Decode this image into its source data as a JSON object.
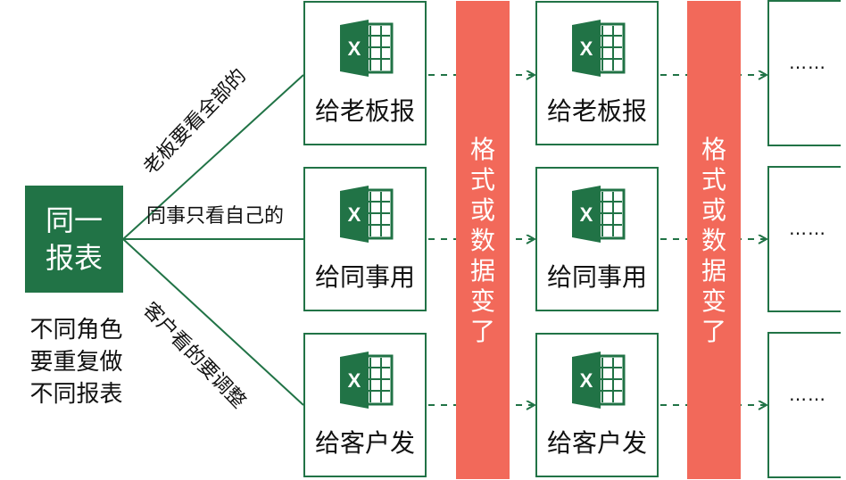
{
  "source": {
    "line1": "同一",
    "line2": "报表"
  },
  "note": [
    "不同角色",
    "要重复做",
    "不同报表"
  ],
  "edges": {
    "top": "老板要看全部的",
    "middle": "同事只看自己的",
    "bottom": "客户看的要调整"
  },
  "stages": [
    {
      "cards": [
        "给老板报",
        "给同事用",
        "给客户发"
      ]
    },
    {
      "cards": [
        "给老板报",
        "给同事用",
        "给客户发"
      ]
    }
  ],
  "bars": [
    "格式或数据变了",
    "格式或数据变了"
  ],
  "continuation": "……",
  "icons": {
    "card": "excel-icon",
    "arrow": "dashed-arrow-icon"
  },
  "colors": {
    "green": "#217346",
    "bar": "#f2695a"
  }
}
